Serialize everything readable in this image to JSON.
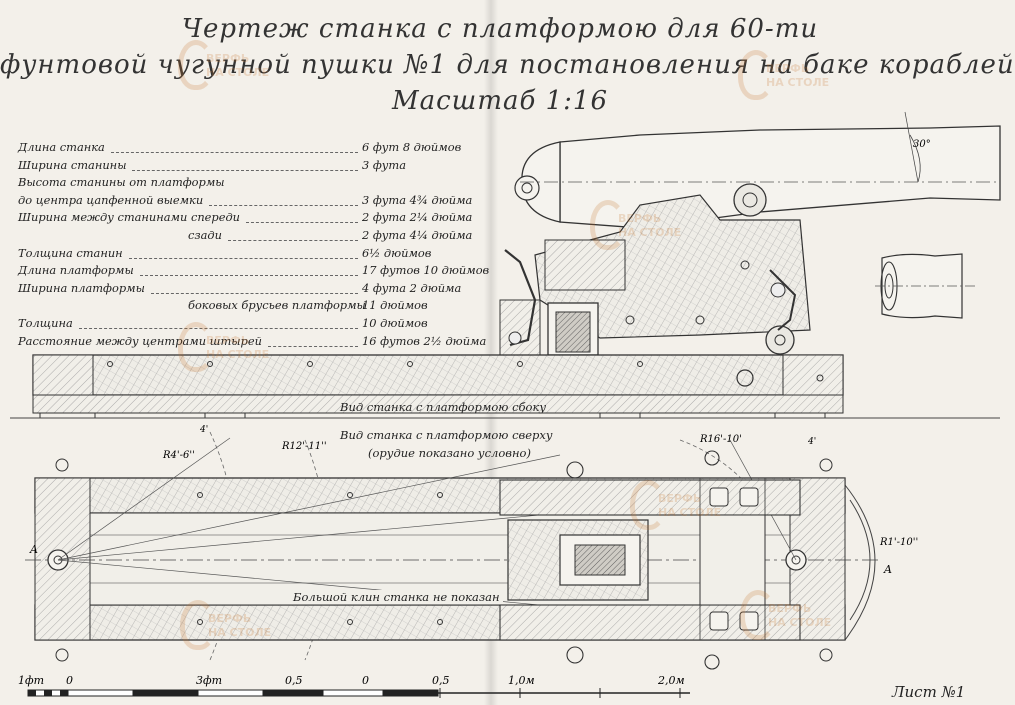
{
  "title": {
    "line1": "Чертеж станка с платформою для 60-ти",
    "line2": "фунтовой чугунной пушки №1 для постановления на баке кораблей",
    "line3": "Масштаб 1:16"
  },
  "specs": [
    {
      "label": "Длина станка",
      "value": "6 фут 8 дюймов"
    },
    {
      "label": "Ширина станины",
      "value": "3 фута"
    },
    {
      "label": "Высота станины от платформы",
      "value": ""
    },
    {
      "label": "до центра цапфенной выемки",
      "value": "3 фута 4¾ дюйма"
    },
    {
      "label": "Ширина между станинами спереди",
      "value": "2 фута 2¼ дюйма"
    },
    {
      "label": "сзади",
      "value": "2 фута 4¼ дюйма",
      "indent": true
    },
    {
      "label": "Толщина станин",
      "value": "6½ дюймов"
    },
    {
      "label": "Длина платформы",
      "value": "17 футов 10 дюймов"
    },
    {
      "label": "Ширина платформы",
      "value": "4 фута 2 дюйма"
    },
    {
      "label": "боковых брусьев платформы",
      "value": "11 дюймов",
      "indent": true
    },
    {
      "label": "Толщина",
      "value": "10 дюймов"
    },
    {
      "label": "Расстояние между центрами штырей",
      "value": "16 футов 2½ дюйма"
    }
  ],
  "views": {
    "side_label": "Вид станка с платформою сбоку",
    "top_label": "Вид станка с платформою сверху",
    "top_note": "(орудие показано условно)",
    "wedge_note": "Большой клин станка не показан"
  },
  "annotations": {
    "angle": "30°",
    "r1": "R4'-6''",
    "r2": "R12'-11''",
    "r3": "R16'-10'",
    "r4": "R1'-10''",
    "axis_a": "A",
    "small_4a": "4'",
    "small_4b": "4'"
  },
  "scale_bar": {
    "feet_left": "1фт",
    "zero_feet": "0",
    "feet_right": "3фт",
    "m1": "0,5",
    "m2": "0",
    "m3": "0,5",
    "m4": "1,0м",
    "m5": "2,0м"
  },
  "sheet_label": "Лист №1",
  "watermark": {
    "line1": "ВЕРФЬ",
    "line2": "НА СТОЛЕ"
  },
  "colors": {
    "paper": "#f3f0ea",
    "ink": "#2a2a2a",
    "hatch": "#8a8a8a",
    "watermark": "#c8762e"
  }
}
